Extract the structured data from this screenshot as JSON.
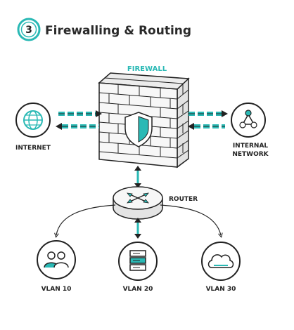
{
  "header": {
    "number": "3",
    "title": "Firewalling & Routing"
  },
  "firewall": {
    "label": "FIREWALL"
  },
  "internet": {
    "label": "INTERNET"
  },
  "internal_network": {
    "label_line1": "INTERNAL",
    "label_line2": "NETWORK"
  },
  "router": {
    "label": "ROUTER"
  },
  "vlans": [
    {
      "label": "VLAN 10",
      "icon": "users-icon"
    },
    {
      "label": "VLAN 20",
      "icon": "server-icon"
    },
    {
      "label": "VLAN 30",
      "icon": "cloud-icon"
    }
  ],
  "colors": {
    "accent": "#2ab9b5",
    "ink": "#222222",
    "wall": "#f4f4f4"
  }
}
